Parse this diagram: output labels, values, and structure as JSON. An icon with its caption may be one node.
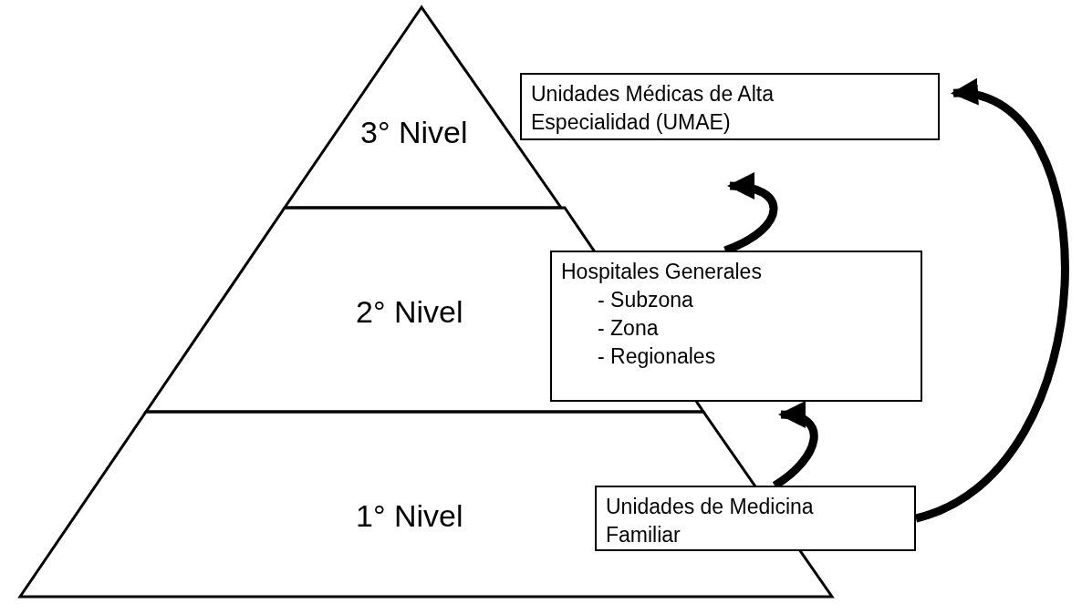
{
  "diagram": {
    "nodes": [
      {
        "text": [
          "3° Nivel"
        ]
      },
      {
        "text": [
          "Unidades Médicas de Alta Especialidad (UMAE)"
        ]
      },
      {
        "text": [
          "2° Nivel"
        ]
      },
      {
        "text": [
          "Hospitales Generales",
          "- Subzona",
          "- Zona",
          "- Regionales"
        ]
      },
      {
        "text": [
          "1° Nivel"
        ]
      },
      {
        "text": [
          "Unidades de Medicina Familiar"
        ]
      }
    ],
    "edges": [
      {
        "from": 5,
        "to": 3,
        "arrow": "to"
      },
      {
        "from": 3,
        "to": 1,
        "arrow": "to"
      },
      {
        "from": 5,
        "to": 1,
        "arrow": "to"
      }
    ]
  }
}
